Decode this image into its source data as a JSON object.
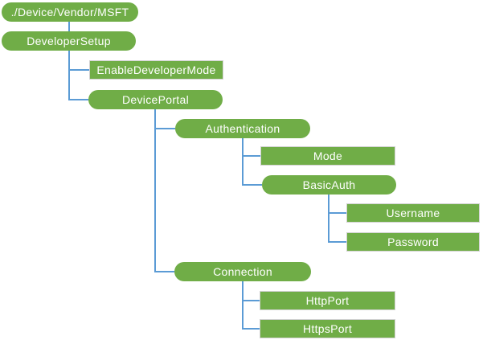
{
  "diagram": {
    "type": "tree",
    "description": "CSP settings hierarchy tree",
    "colors": {
      "node_fill": "#70AD47",
      "node_text": "#FFFFFF",
      "connector": "#5B9BD5",
      "leaf_border": "#D2D2D2",
      "background": "#FFFFFF"
    },
    "nodes": [
      {
        "id": "root",
        "label": "./Device/Vendor/MSFT",
        "shape": "rounded",
        "parent": null
      },
      {
        "id": "developer-setup",
        "label": "DeveloperSetup",
        "shape": "rounded",
        "parent": "./Device/Vendor/MSFT"
      },
      {
        "id": "enable-dev-mode",
        "label": "EnableDeveloperMode",
        "shape": "rectangle",
        "parent": "DeveloperSetup"
      },
      {
        "id": "device-portal",
        "label": "DevicePortal",
        "shape": "rounded",
        "parent": "DeveloperSetup"
      },
      {
        "id": "authentication",
        "label": "Authentication",
        "shape": "rounded",
        "parent": "DevicePortal"
      },
      {
        "id": "mode",
        "label": "Mode",
        "shape": "rectangle",
        "parent": "Authentication"
      },
      {
        "id": "basic-auth",
        "label": "BasicAuth",
        "shape": "rounded",
        "parent": "Authentication"
      },
      {
        "id": "username",
        "label": "Username",
        "shape": "rectangle",
        "parent": "BasicAuth"
      },
      {
        "id": "password",
        "label": "Password",
        "shape": "rectangle",
        "parent": "BasicAuth"
      },
      {
        "id": "connection",
        "label": "Connection",
        "shape": "rounded",
        "parent": "DevicePortal"
      },
      {
        "id": "http-port",
        "label": "HttpPort",
        "shape": "rectangle",
        "parent": "Connection"
      },
      {
        "id": "https-port",
        "label": "HttpsPort",
        "shape": "rectangle",
        "parent": "Connection"
      }
    ]
  }
}
